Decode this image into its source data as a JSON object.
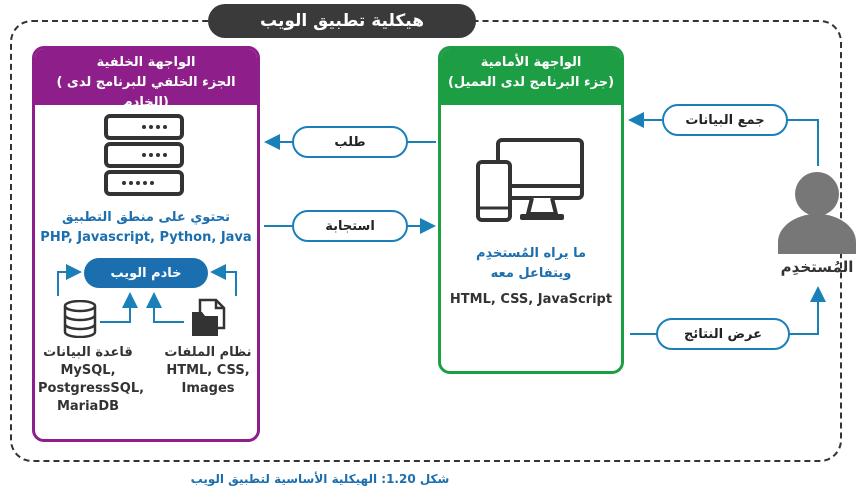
{
  "title": "هيكلية تطبيق الويب",
  "backend": {
    "title": "الواجهة الخلفية",
    "subtitle": "( الجزء الخلفي للبرنامج لدى الخادم)",
    "logic_label": "تحتوي على منطق التطبيق",
    "languages": "PHP, Javascript, Python, Java",
    "web_server": "خادم الويب",
    "database_title": "قاعدة البيانات",
    "database_items": [
      "MySQL,",
      "PostgressSQL,",
      "MariaDB"
    ],
    "files_title": "نظام الملفات",
    "files_items": [
      "HTML, CSS,",
      "Images"
    ]
  },
  "frontend": {
    "title": "الواجهة الأمامية",
    "subtitle": "(جزء البرنامج لدى العميل)",
    "description_line1": "ما يراه المُستخدِم",
    "description_line2": "ويتفاعل معه",
    "tech": "HTML, CSS, JavaScript"
  },
  "flows": {
    "request": "طلب",
    "response": "استجابة",
    "collect_data": "جمع البيانات",
    "show_results": "عرض النتائج"
  },
  "user_label": "المُستخدِم",
  "caption": "شكل 1.20: الهيكلية الأساسية لتطبيق الويب",
  "colors": {
    "backend": "#8e1f8a",
    "frontend": "#1e9e44",
    "flow_blue": "#1b7fb8",
    "dark": "#3a3a3a"
  }
}
